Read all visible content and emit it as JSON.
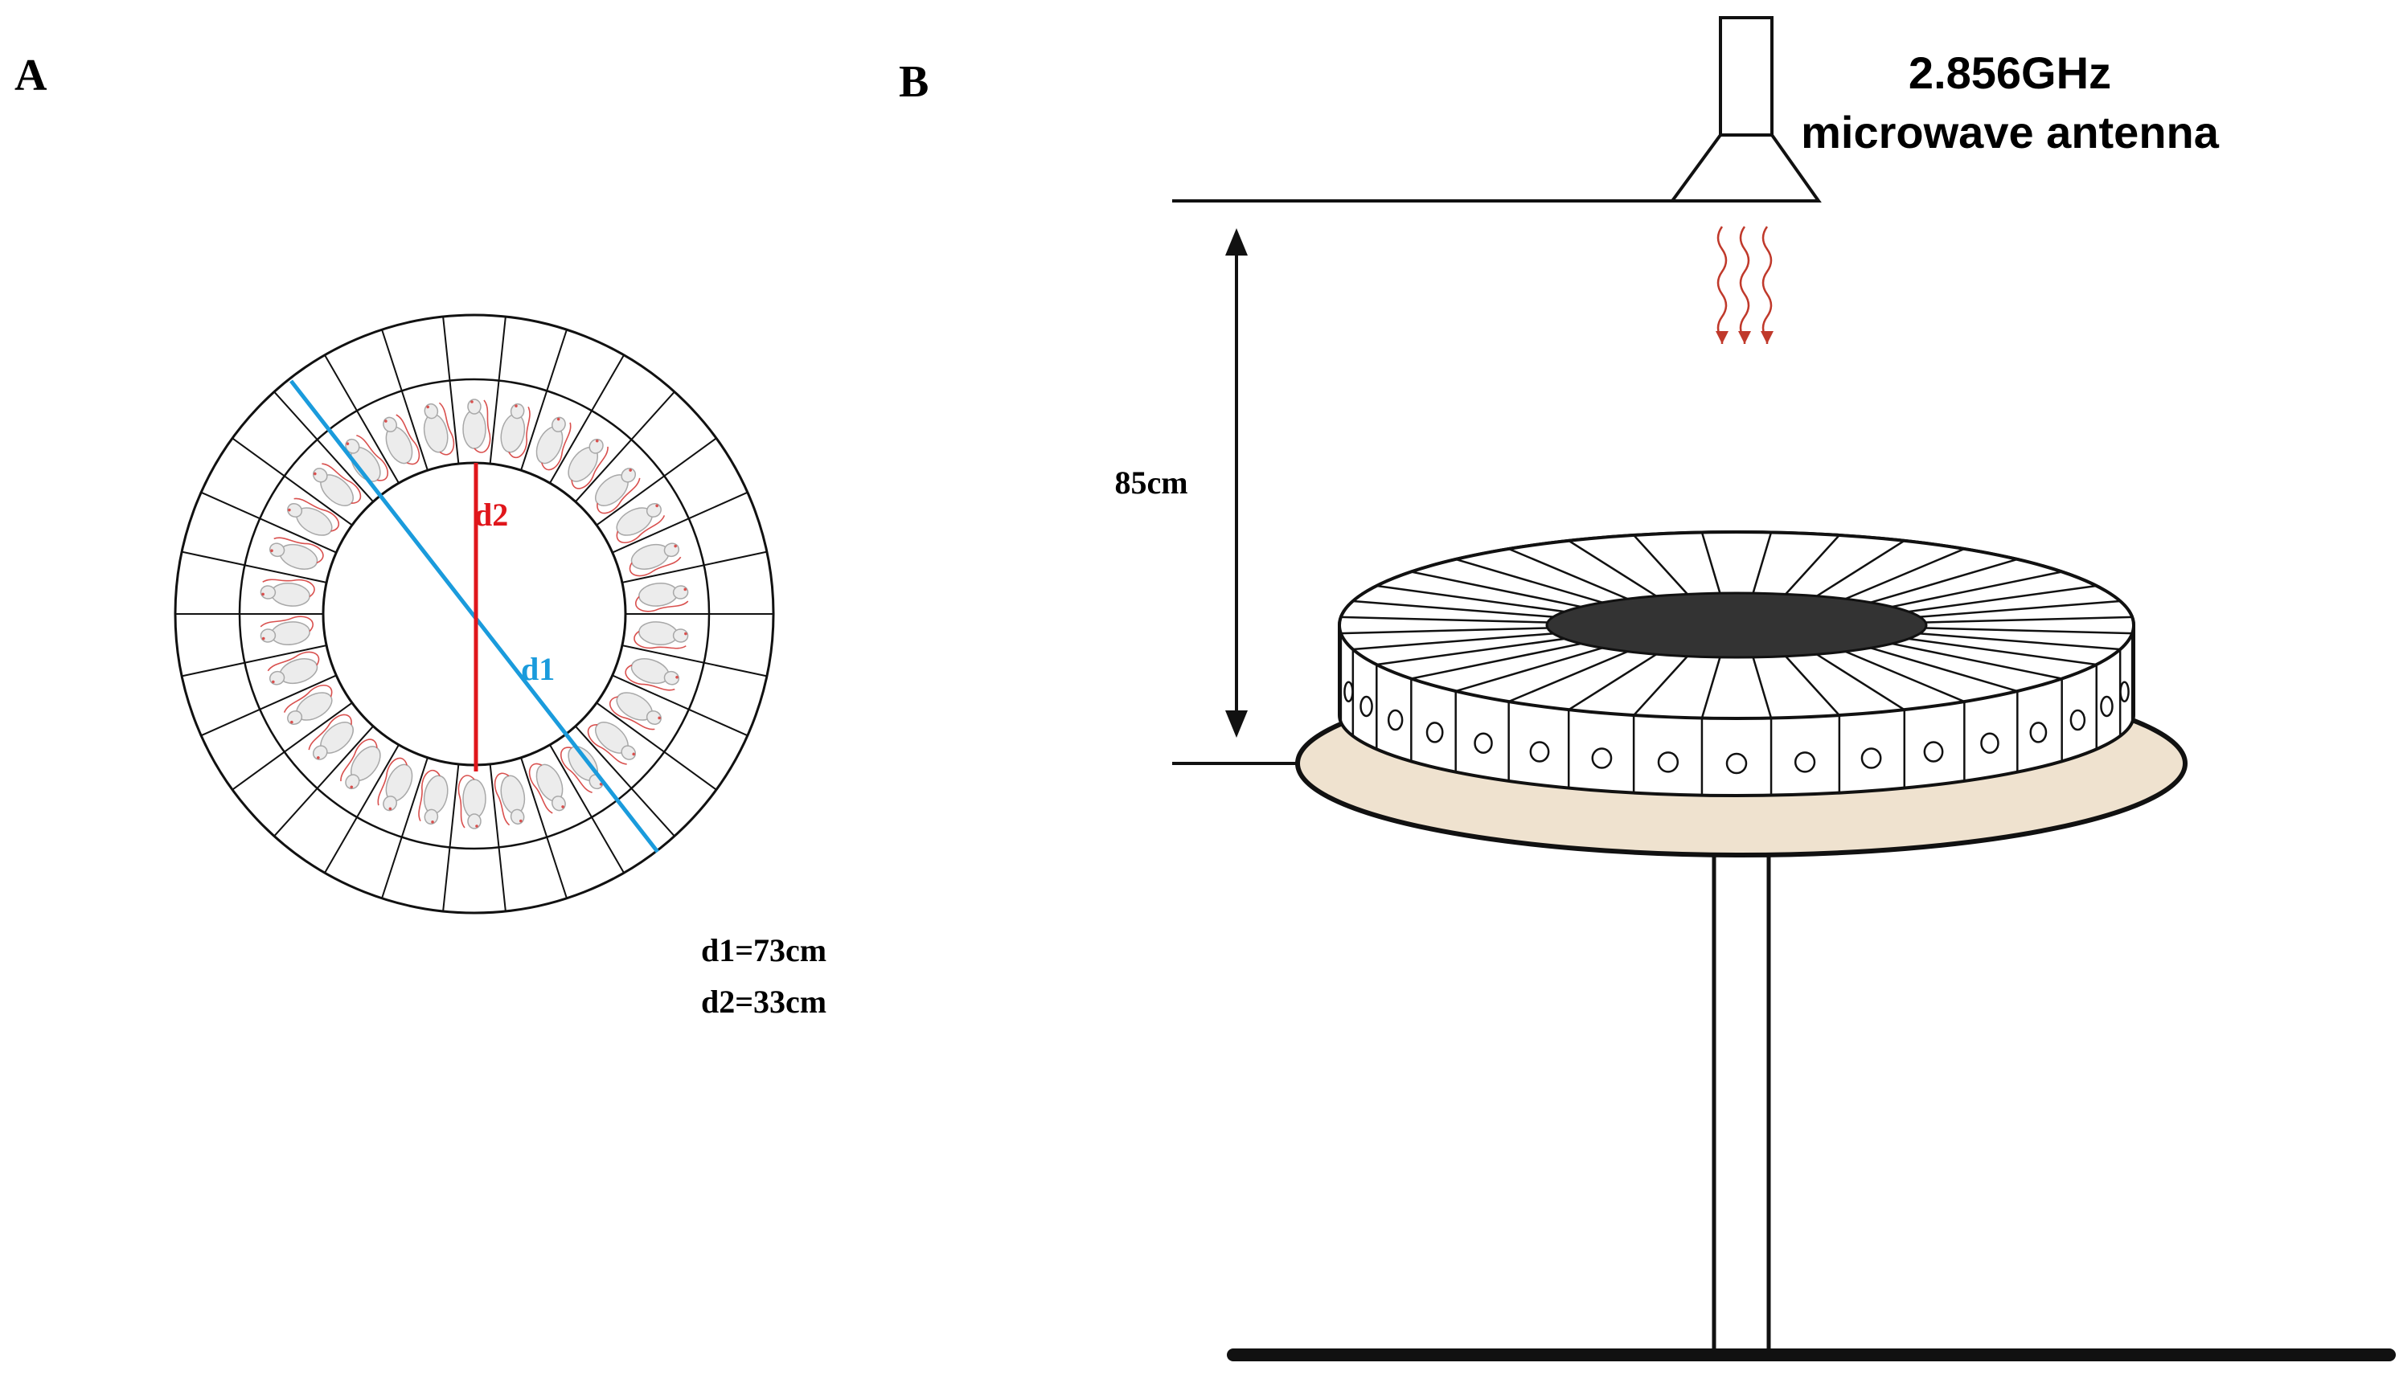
{
  "panel_a": {
    "label": "A",
    "d1_label": "d1",
    "d2_label": "d2",
    "legend_d1": "d1=73cm",
    "legend_d2": "d2=33cm",
    "colors": {
      "d1": "#1a9bdc",
      "d2": "#e0161b",
      "outline": "#111111",
      "tail": "#d9504e"
    }
  },
  "panel_b": {
    "label": "B",
    "antenna_line1": "2.856GHz",
    "antenna_line2": "microwave antenna",
    "distance_label": "85cm",
    "colors": {
      "platform": "#efe2cf",
      "hub": "#333333",
      "waves": "#c0392b",
      "outline": "#111111"
    }
  }
}
